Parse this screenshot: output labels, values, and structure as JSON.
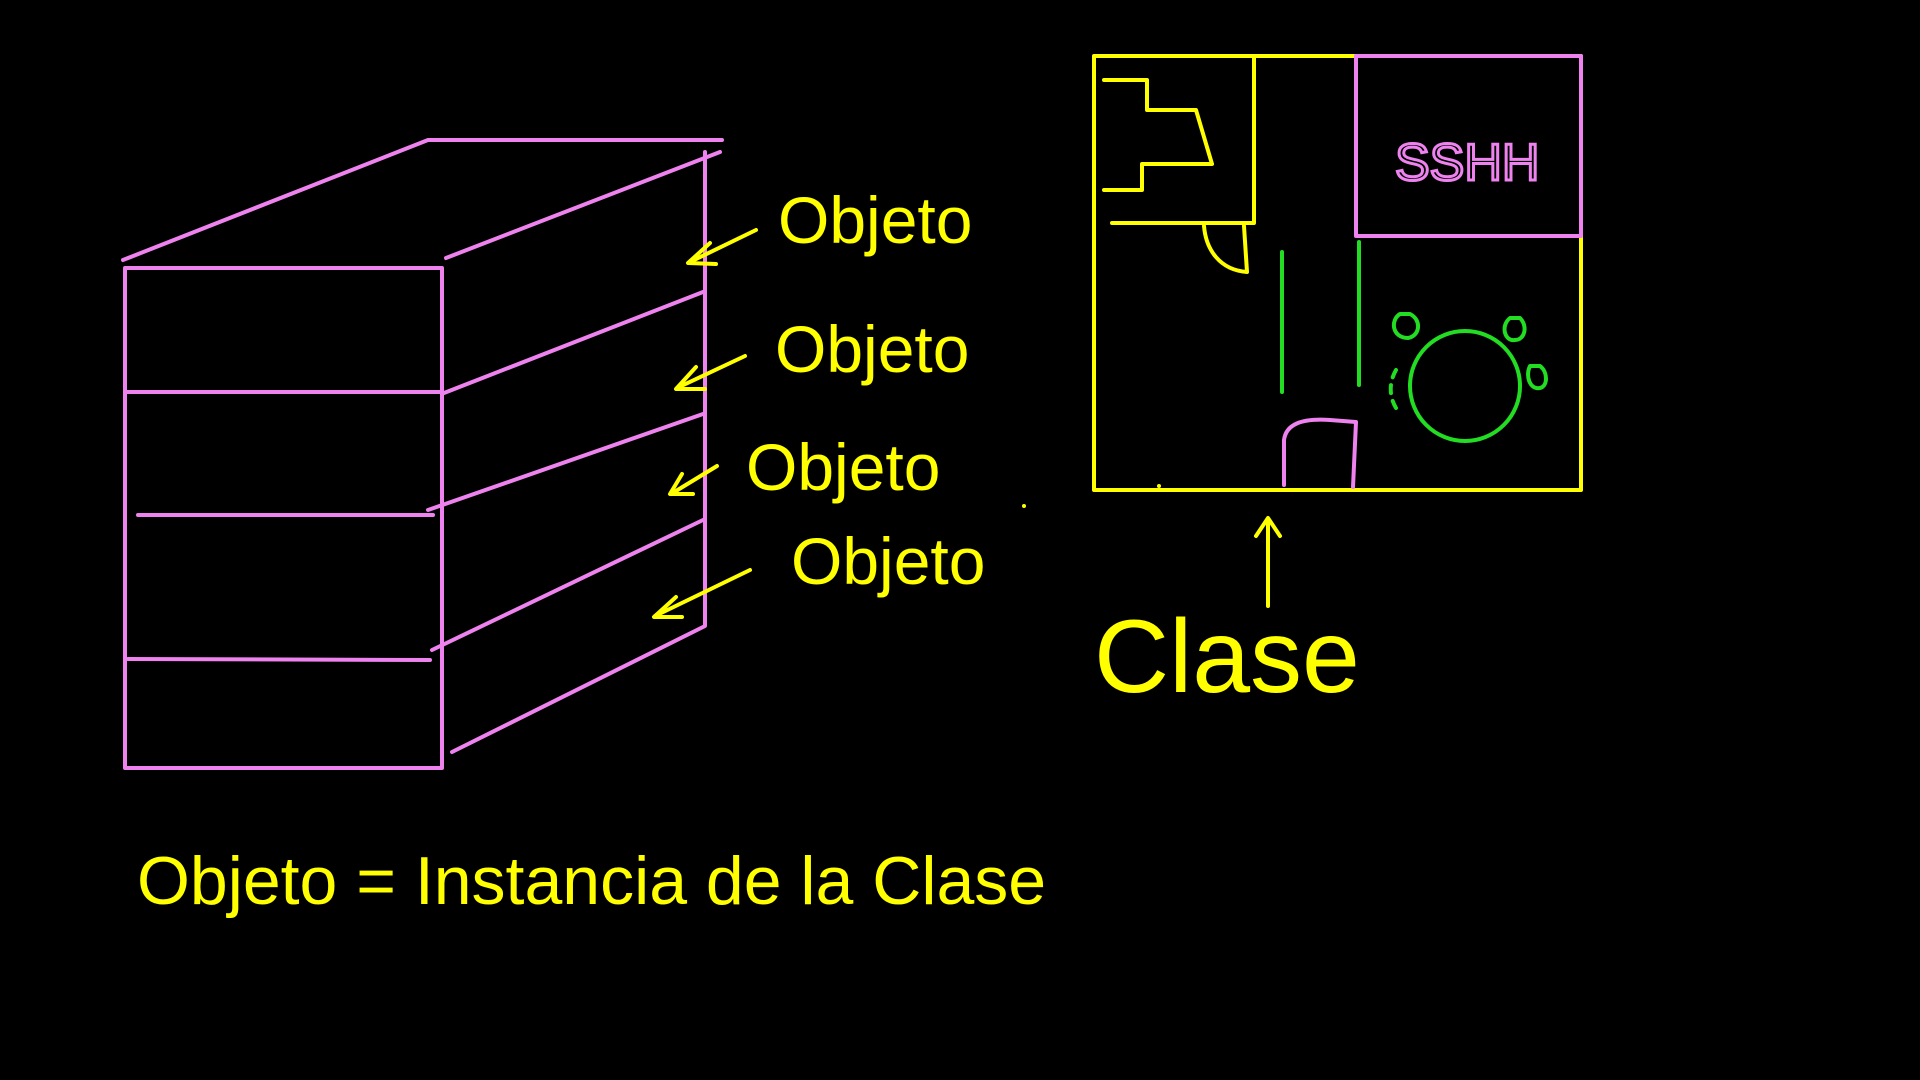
{
  "colors": {
    "background": "#000000",
    "building": "#ee82ee",
    "text": "#ffff00",
    "furniture": "#22dd22"
  },
  "labels": {
    "object_1": "Objeto",
    "object_2": "Objeto",
    "object_3": "Objeto",
    "object_4": "Objeto",
    "class_label": "Clase",
    "bathroom_label": "SSHH",
    "definition": "Objeto = Instancia de la Clase"
  }
}
